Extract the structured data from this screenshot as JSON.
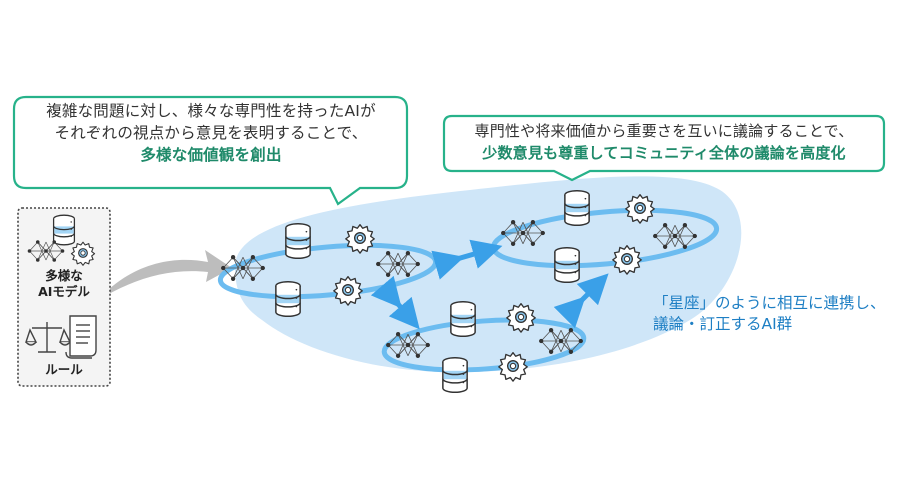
{
  "left_bubble": {
    "line1": "複雑な問題に対し、様々な専門性を持ったAIが",
    "line2": "それぞれの視点から意見を表明することで、",
    "highlight": "多様な価値観を創出"
  },
  "right_bubble": {
    "line1": "専門性や将来価値から重要さを互いに議論することで、",
    "highlight": "少数意見も尊重してコミュニティ全体の議論を高度化"
  },
  "legend": {
    "models_label_line1": "多様な",
    "models_label_line2": "AIモデル",
    "rules_label": "ルール",
    "icons": [
      "database-icon",
      "neural-network-icon",
      "gear-icon",
      "scales-icon",
      "scroll-icon"
    ]
  },
  "caption": {
    "line1": "「星座」のように相互に連携し、",
    "line2": "議論・訂正するAI群"
  },
  "colors": {
    "bubble_border": "#27b28a",
    "highlight_text": "#1f8a6a",
    "cloud_fill": "#cfe6f8",
    "ring_stroke": "#6cbcf0",
    "arrow_blue": "#3aa0e8",
    "caption_text": "#1e7fc4",
    "big_arrow_gray": "#bdbdbd"
  },
  "clusters": [
    {
      "name": "left-cluster",
      "nodes": [
        "neural-network",
        "database",
        "gear",
        "database",
        "gear",
        "neural-network"
      ]
    },
    {
      "name": "right-cluster",
      "nodes": [
        "neural-network",
        "database",
        "gear",
        "database",
        "gear",
        "neural-network"
      ]
    },
    {
      "name": "bottom-cluster",
      "nodes": [
        "neural-network",
        "database",
        "gear",
        "database",
        "gear",
        "neural-network"
      ]
    }
  ]
}
